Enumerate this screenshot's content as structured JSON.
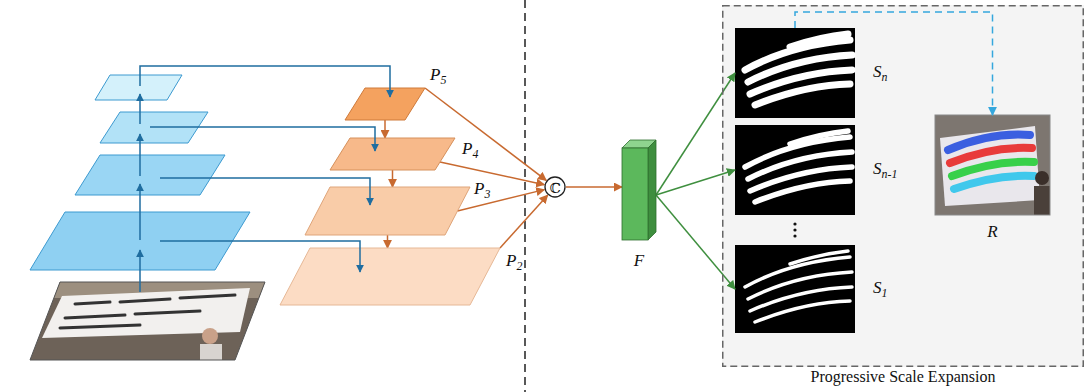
{
  "diagram": {
    "nodes": [
      {
        "text": [
          "P5"
        ]
      },
      {
        "text": [
          "P4"
        ]
      },
      {
        "text": [
          "P3"
        ]
      },
      {
        "text": [
          "P2"
        ]
      },
      {
        "text": [
          "ℂ"
        ]
      },
      {
        "text": [
          "F"
        ]
      },
      {
        "text": [
          "Progressive Scale Expansion"
        ]
      },
      {
        "text": [
          "Sn"
        ],
        "in": 6
      },
      {
        "text": [
          "Sn-1"
        ],
        "in": 6
      },
      {
        "text": [
          "S1"
        ],
        "in": 6
      },
      {
        "text": [
          "R"
        ],
        "in": 6
      }
    ],
    "edges": [
      {
        "from": 0,
        "to": 4,
        "arrow": "to"
      },
      {
        "from": 1,
        "to": 4,
        "arrow": "to"
      },
      {
        "from": 2,
        "to": 4,
        "arrow": "to"
      },
      {
        "from": 3,
        "to": 4,
        "arrow": "to"
      },
      {
        "from": 0,
        "to": 1,
        "arrow": "to"
      },
      {
        "from": 1,
        "to": 2,
        "arrow": "to"
      },
      {
        "from": 2,
        "to": 3,
        "arrow": "to"
      },
      {
        "from": 4,
        "to": 5,
        "arrow": "to"
      },
      {
        "from": 5,
        "to": 7,
        "arrow": "to"
      },
      {
        "from": 5,
        "to": 8,
        "arrow": "to"
      },
      {
        "from": 5,
        "to": 9,
        "arrow": "to"
      },
      {
        "from": 7,
        "to": 10,
        "arrow": "to"
      }
    ]
  }
}
